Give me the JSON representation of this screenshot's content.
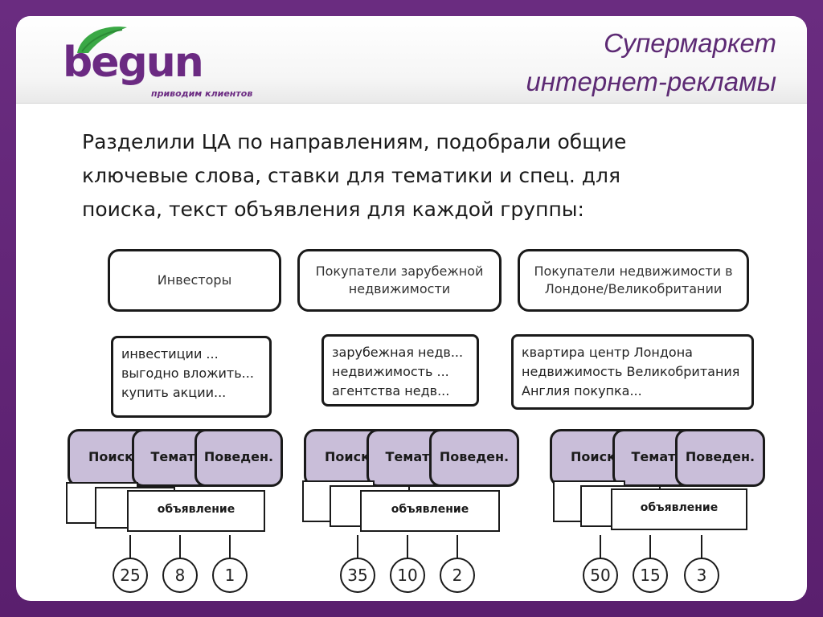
{
  "logo": {
    "brand": "begun",
    "tagline": "приводим клиентов",
    "brand_color": "#6b2a82",
    "leaf_color": "#3aa845"
  },
  "header": {
    "title_line1": "Супермаркет",
    "title_line2": "интернет-рекламы"
  },
  "intro": {
    "line1": "Разделили ЦА по направлениям, подобрали общие",
    "line2": "ключевые слова, ставки для тематики и спец. для",
    "line3": "поиска, текст объявления для каждой группы:"
  },
  "labels": {
    "tab_search": "Поиск",
    "tab_thematic": "Темат.",
    "tab_behavior": "Поведен.",
    "ad": "объявление"
  },
  "groups": [
    {
      "audience": [
        "Инвесторы"
      ],
      "keywords": [
        "инвестиции ...",
        "выгодно вложить...",
        "купить акции..."
      ],
      "counts": [
        "25",
        "8",
        "1"
      ]
    },
    {
      "audience": [
        "Покупатели зарубежной",
        "недвижимости"
      ],
      "keywords": [
        "зарубежная недв...",
        "недвижимость ...",
        "агентства недв..."
      ],
      "counts": [
        "35",
        "10",
        "2"
      ]
    },
    {
      "audience": [
        "Покупатели недвижимости в",
        "Лондоне/Великобритании"
      ],
      "keywords": [
        "квартира центр  Лондона",
        "недвижимость Великобритания",
        "Англия покупка..."
      ],
      "counts": [
        "50",
        "15",
        "3"
      ]
    }
  ]
}
